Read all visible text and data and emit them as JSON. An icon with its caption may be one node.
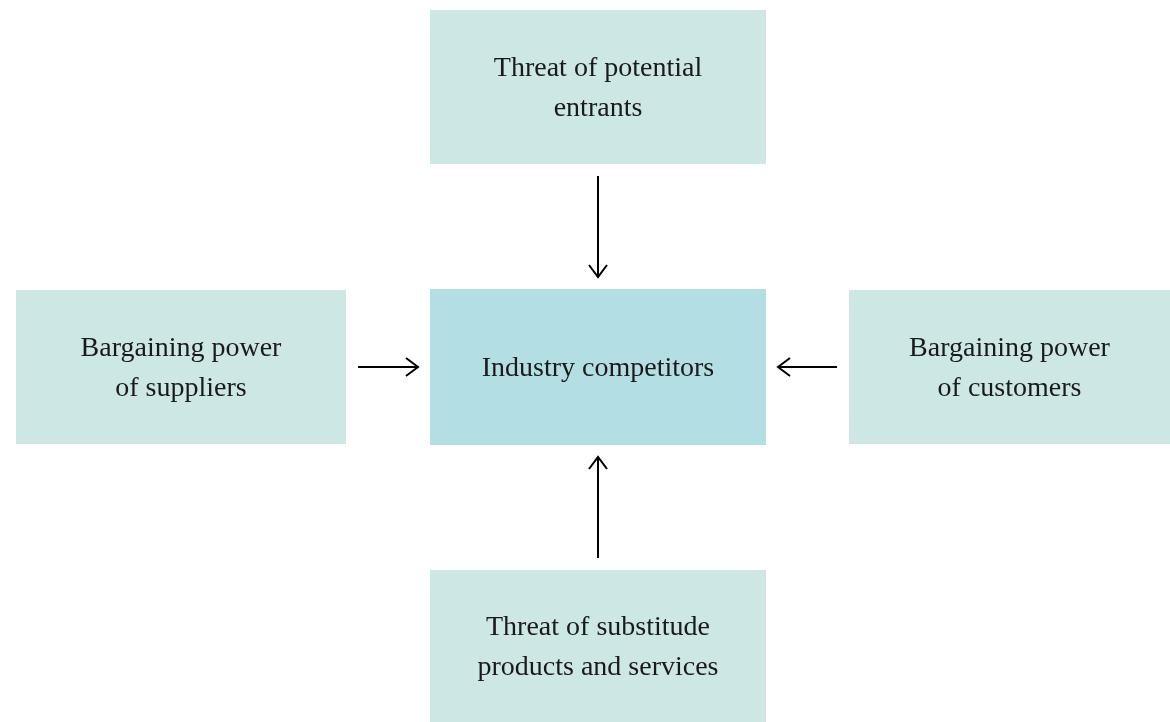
{
  "diagram": {
    "nodes": [
      {
        "text": [
          "Threat of potential entrants"
        ]
      },
      {
        "text": [
          "Bargaining power of suppliers"
        ]
      },
      {
        "text": [
          "Industry competitors"
        ]
      },
      {
        "text": [
          "Bargaining power of customers"
        ]
      },
      {
        "text": [
          "Threat of substitude products and services"
        ]
      }
    ],
    "edges": [
      {
        "from": 0,
        "to": 2,
        "arrow": "to"
      },
      {
        "from": 1,
        "to": 2,
        "arrow": "to"
      },
      {
        "from": 3,
        "to": 2,
        "arrow": "to"
      },
      {
        "from": 4,
        "to": 2,
        "arrow": "to"
      }
    ]
  }
}
